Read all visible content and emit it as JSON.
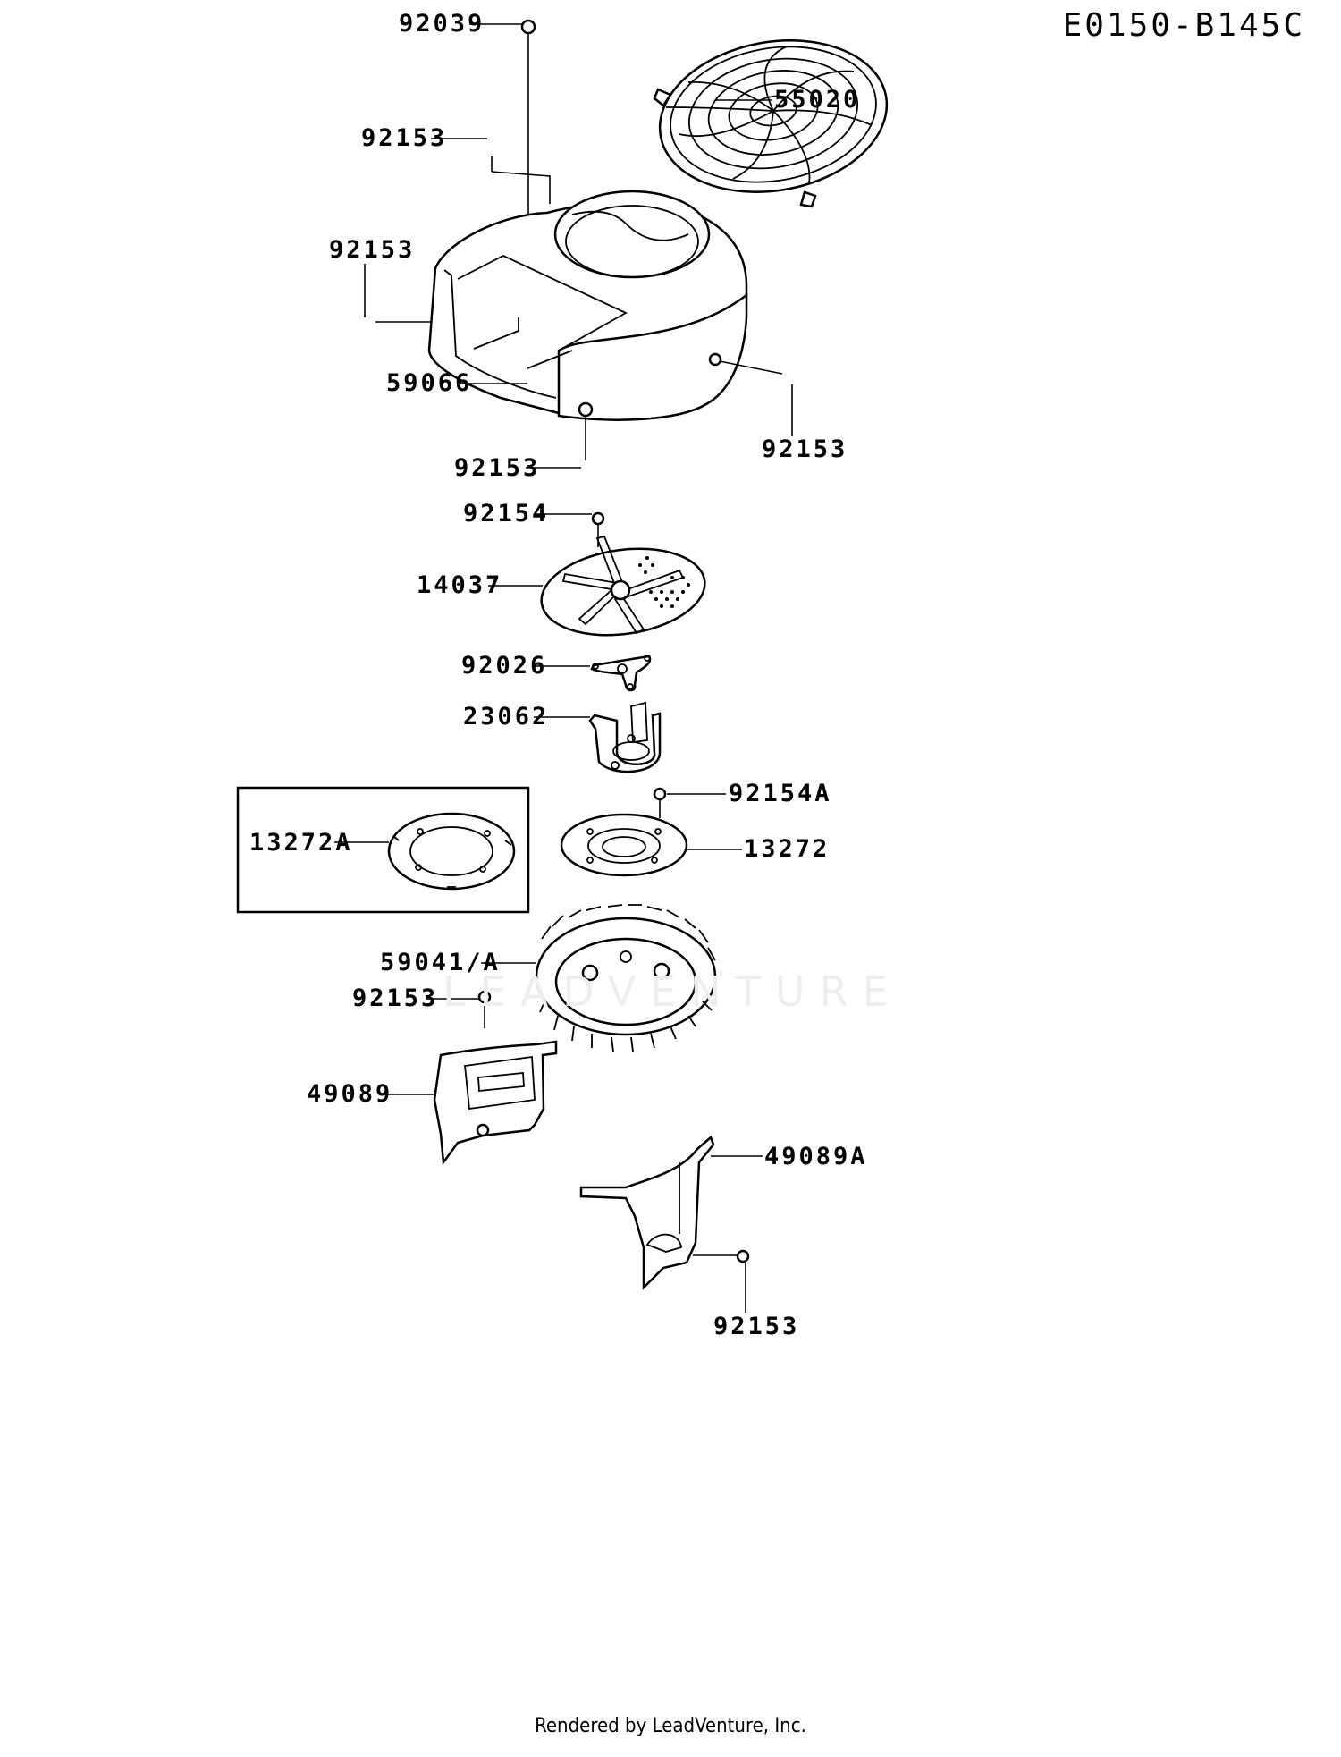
{
  "diagram": {
    "code": "E0150-B145C",
    "footer": "Rendered by LeadVenture, Inc.",
    "watermark": "LEADVENTURE",
    "callouts": [
      {
        "id": "c-92039",
        "label": "92039"
      },
      {
        "id": "c-55020",
        "label": "55020"
      },
      {
        "id": "c-92153-top",
        "label": "92153"
      },
      {
        "id": "c-92153-left",
        "label": "92153"
      },
      {
        "id": "c-59066",
        "label": "59066"
      },
      {
        "id": "c-92153-right",
        "label": "92153"
      },
      {
        "id": "c-92153-bottom",
        "label": "92153"
      },
      {
        "id": "c-92154",
        "label": "92154"
      },
      {
        "id": "c-14037",
        "label": "14037"
      },
      {
        "id": "c-92026",
        "label": "92026"
      },
      {
        "id": "c-23062",
        "label": "23062"
      },
      {
        "id": "c-92154a",
        "label": "92154A"
      },
      {
        "id": "c-13272a",
        "label": "13272A"
      },
      {
        "id": "c-13272",
        "label": "13272"
      },
      {
        "id": "c-59041a",
        "label": "59041/A"
      },
      {
        "id": "c-92153-fan",
        "label": "92153"
      },
      {
        "id": "c-49089",
        "label": "49089"
      },
      {
        "id": "c-49089a",
        "label": "49089A"
      },
      {
        "id": "c-92153-low",
        "label": "92153"
      }
    ]
  }
}
